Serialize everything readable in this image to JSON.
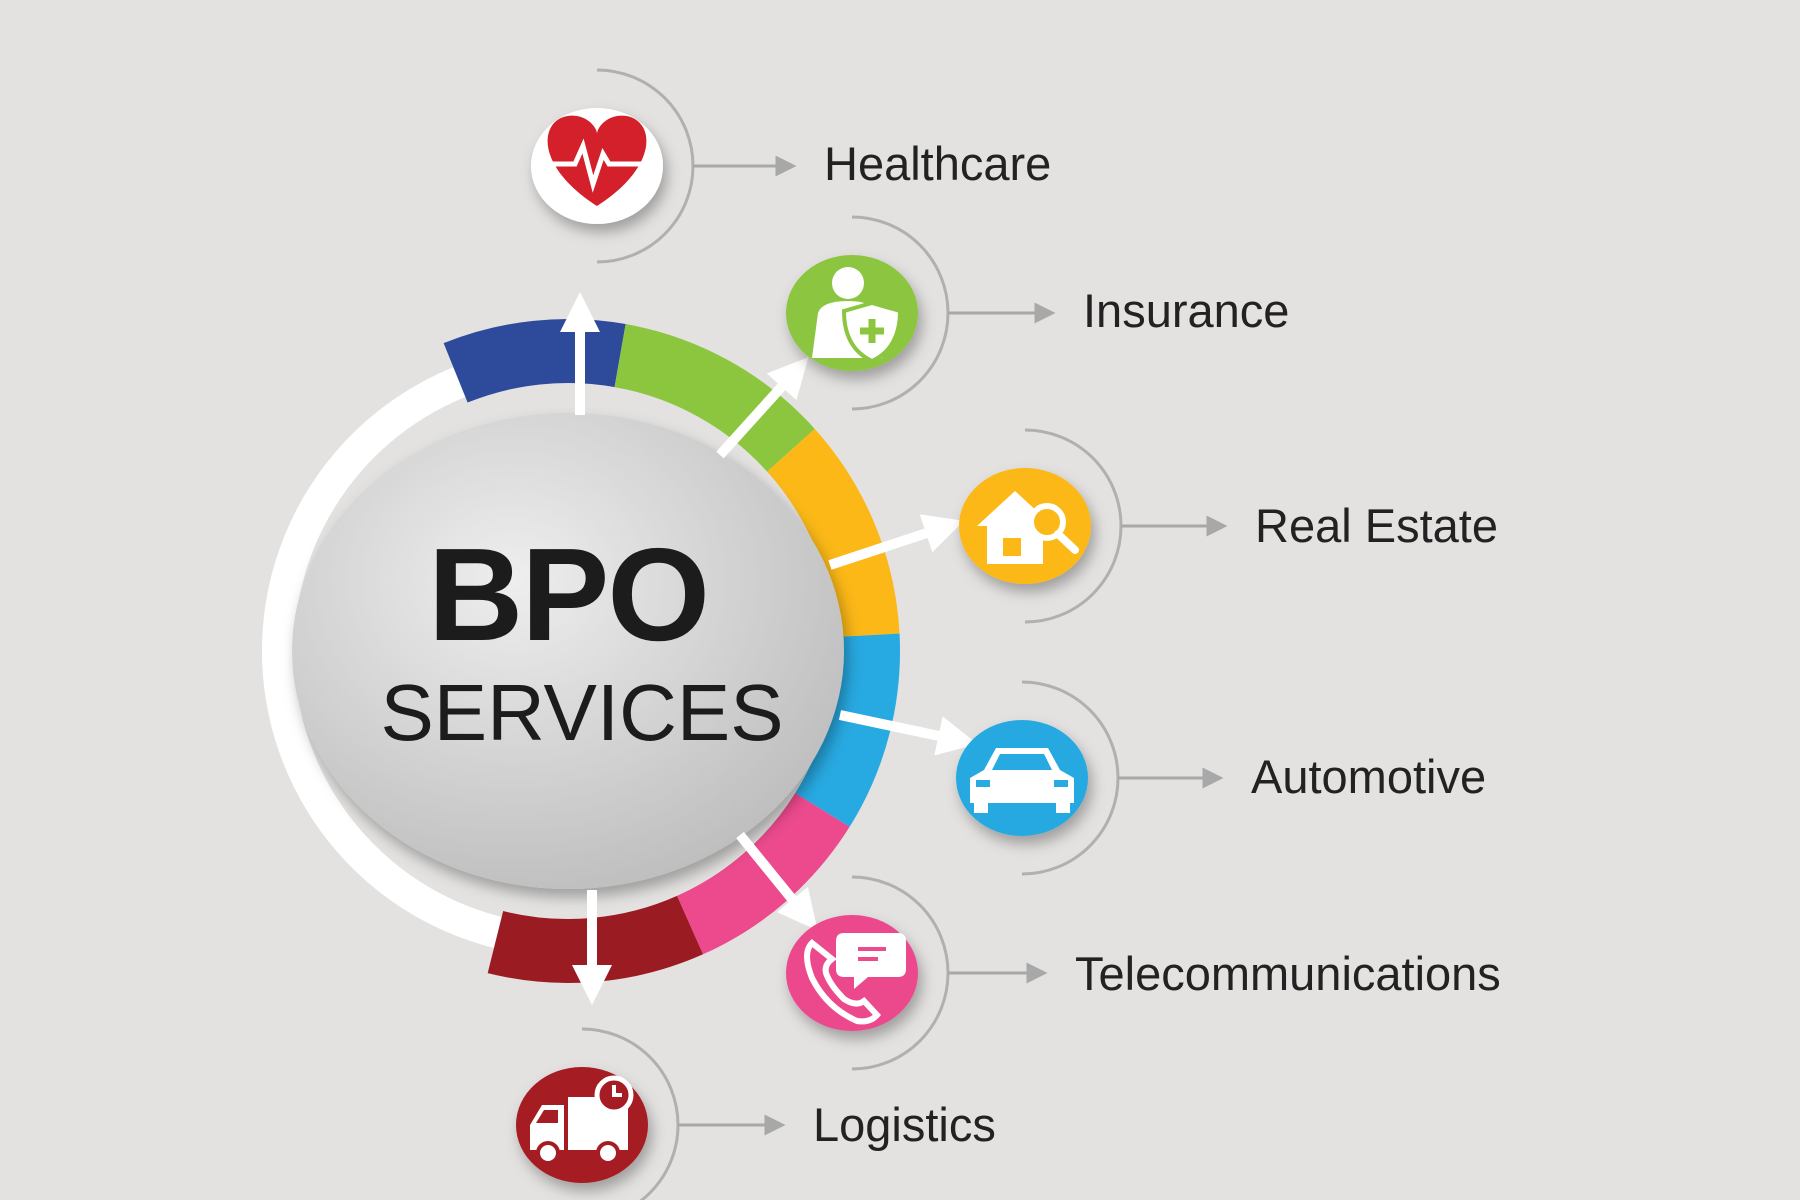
{
  "title": {
    "main": "BPO",
    "sub": "SERVICES"
  },
  "services": [
    {
      "label": "Healthcare",
      "icon": "heart-pulse-icon",
      "color": "#ffffff",
      "accent": "#d3202a"
    },
    {
      "label": "Insurance",
      "icon": "person-shield-icon",
      "color": "#8cc63f",
      "accent": "#ffffff"
    },
    {
      "label": "Real Estate",
      "icon": "house-search-icon",
      "color": "#fbb817",
      "accent": "#ffffff"
    },
    {
      "label": "Automotive",
      "icon": "car-icon",
      "color": "#27a9e1",
      "accent": "#ffffff"
    },
    {
      "label": "Telecommunications",
      "icon": "phone-chat-icon",
      "color": "#ec4a8d",
      "accent": "#ffffff"
    },
    {
      "label": "Logistics",
      "icon": "truck-clock-icon",
      "color": "#a51c24",
      "accent": "#ffffff"
    }
  ],
  "ring_colors": {
    "blue": "#2e4a9a",
    "green": "#8cc63f",
    "yellow": "#fbb817",
    "cyan": "#27a9e1",
    "pink": "#ec4a8d",
    "red": "#9b1b22"
  }
}
